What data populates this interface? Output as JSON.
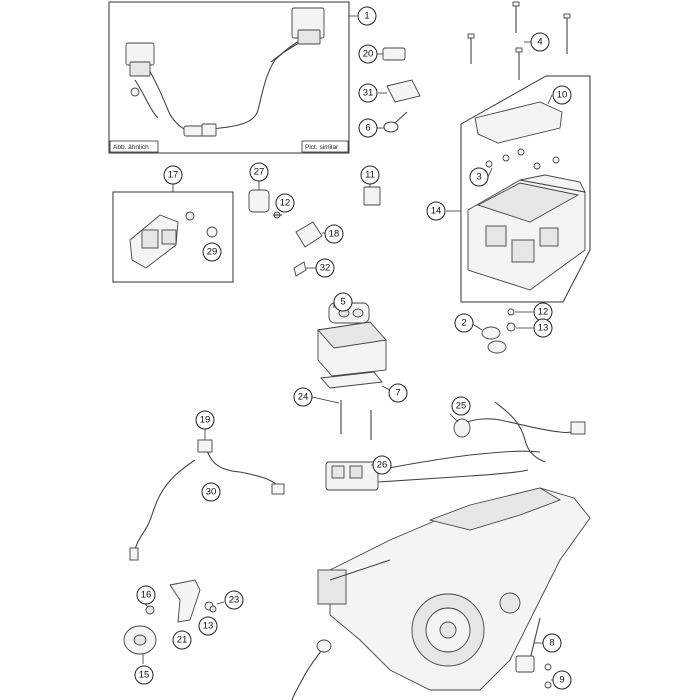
{
  "inset_labels": {
    "left": "Abb. ähnlich",
    "right": "Pict. similar"
  },
  "callouts": {
    "c1": "1",
    "c2": "2",
    "c3": "3",
    "c4": "4",
    "c5": "5",
    "c6": "6",
    "c7": "7",
    "c8": "8",
    "c9": "9",
    "c10": "10",
    "c11": "11",
    "c12a": "12",
    "c12b": "12",
    "c13a": "13",
    "c13b": "13",
    "c14": "14",
    "c15": "15",
    "c16": "16",
    "c17": "17",
    "c18": "18",
    "c19": "19",
    "c20": "20",
    "c21": "21",
    "c23": "23",
    "c24": "24",
    "c25": "25",
    "c26": "26",
    "c27": "27",
    "c29": "29",
    "c30": "30",
    "c31": "31",
    "c32": "32"
  }
}
